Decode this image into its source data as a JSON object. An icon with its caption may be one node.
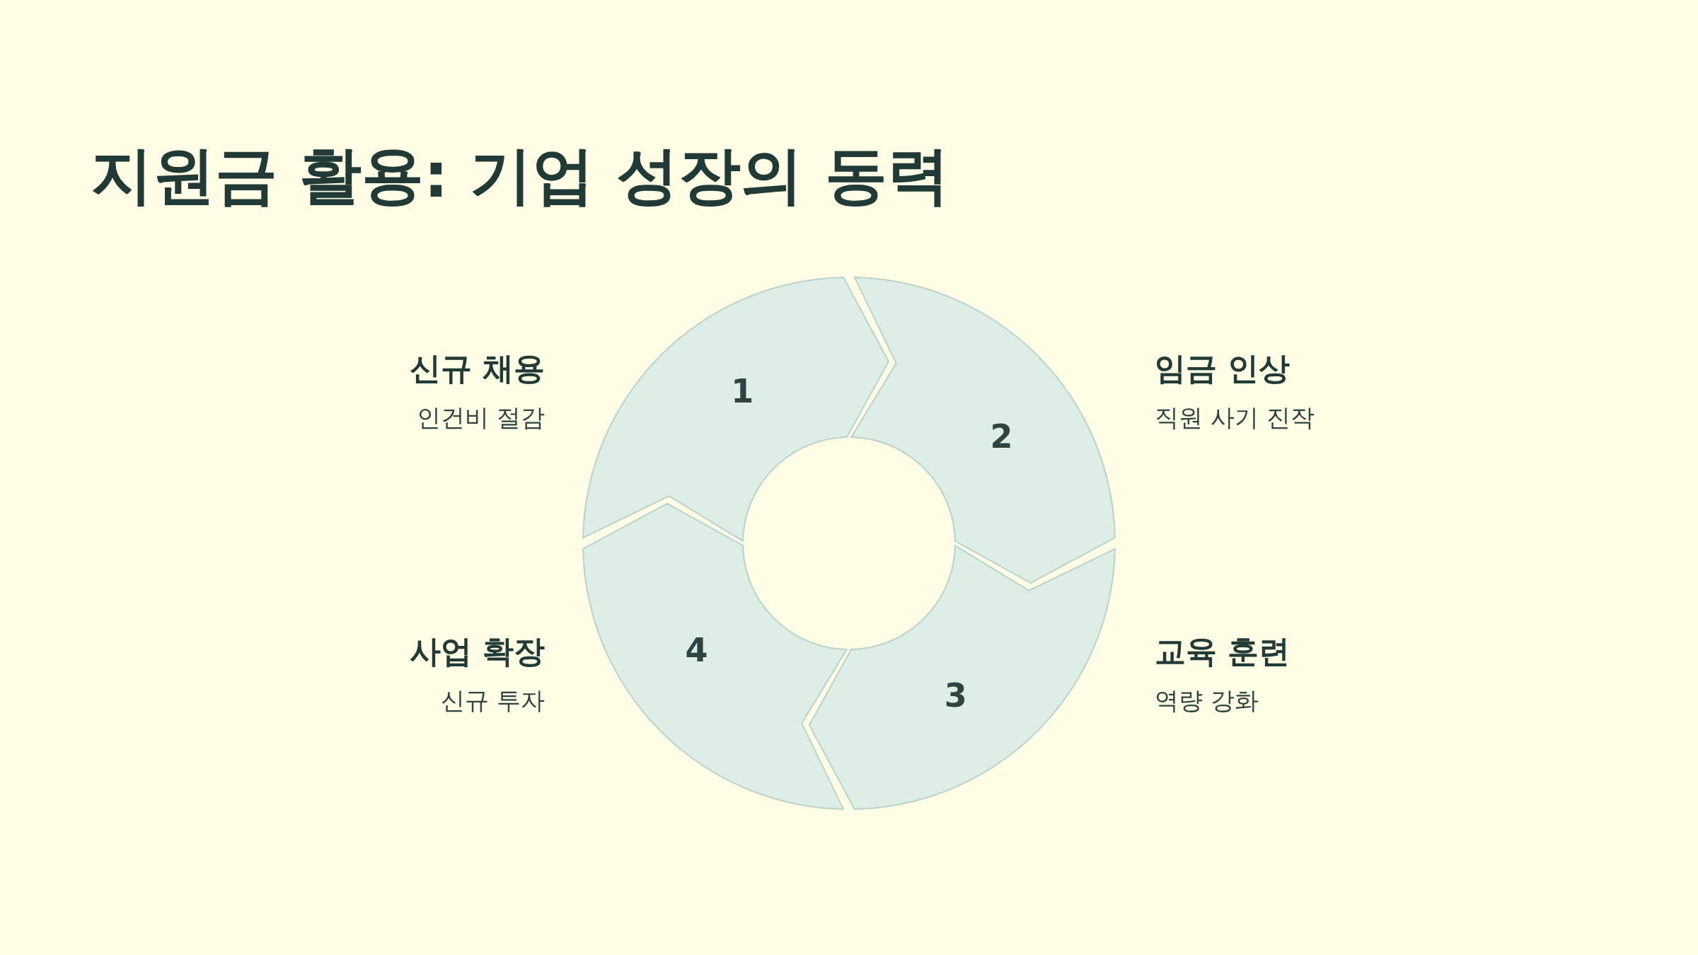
{
  "diagram": {
    "title": "지원금 활용: 기업 성장의 동력",
    "nodes": [
      {
        "text": [
          "1"
        ],
        "beside": [
          "신규 채용",
          "인건비 절감"
        ]
      },
      {
        "text": [
          "2"
        ],
        "beside": [
          "임금 인상",
          "직원 사기 진작"
        ]
      },
      {
        "text": [
          "3"
        ],
        "beside": [
          "교육 훈련",
          "역량 강화"
        ]
      },
      {
        "text": [
          "4"
        ],
        "beside": [
          "사업 확장",
          "신규 투자"
        ]
      }
    ]
  }
}
